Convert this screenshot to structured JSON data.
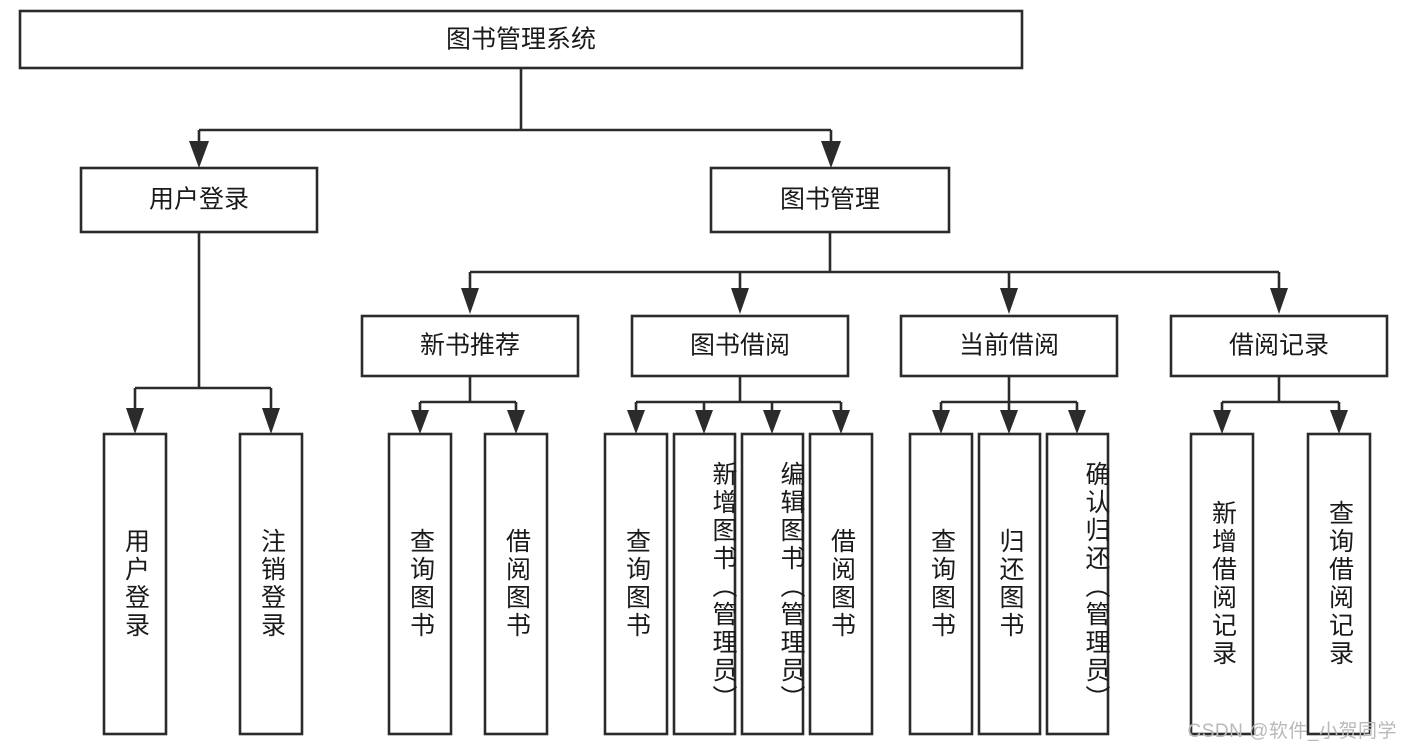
{
  "diagram": {
    "type": "tree-hierarchy-flowchart",
    "title": "图书管理系统",
    "root": {
      "id": "root",
      "label": "图书管理系统"
    },
    "level2": [
      {
        "id": "user-login",
        "label": "用户登录"
      },
      {
        "id": "book-manage",
        "label": "图书管理"
      }
    ],
    "level3": [
      {
        "id": "new-book-recommend",
        "label": "新书推荐"
      },
      {
        "id": "book-borrow",
        "label": "图书借阅"
      },
      {
        "id": "current-borrow",
        "label": "当前借阅"
      },
      {
        "id": "borrow-record",
        "label": "借阅记录"
      }
    ],
    "leaves": [
      {
        "id": "leaf-user-login",
        "label": "用户登录",
        "parent": "user-login"
      },
      {
        "id": "leaf-logout",
        "label": "注销登录",
        "parent": "user-login"
      },
      {
        "id": "leaf-query-book-1",
        "label": "查询图书",
        "parent": "new-book-recommend"
      },
      {
        "id": "leaf-borrow-book-1",
        "label": "借阅图书",
        "parent": "new-book-recommend"
      },
      {
        "id": "leaf-query-book-2",
        "label": "查询图书",
        "parent": "book-borrow"
      },
      {
        "id": "leaf-add-book",
        "label": "新增图书（管理员）",
        "parent": "book-borrow"
      },
      {
        "id": "leaf-edit-book",
        "label": "编辑图书（管理员）",
        "parent": "book-borrow"
      },
      {
        "id": "leaf-borrow-book-2",
        "label": "借阅图书",
        "parent": "book-borrow"
      },
      {
        "id": "leaf-query-book-3",
        "label": "查询图书",
        "parent": "current-borrow"
      },
      {
        "id": "leaf-return-book",
        "label": "归还图书",
        "parent": "current-borrow"
      },
      {
        "id": "leaf-confirm-return",
        "label": "确认归还（管理员）",
        "parent": "current-borrow"
      },
      {
        "id": "leaf-add-record",
        "label": "新增借阅记录",
        "parent": "borrow-record"
      },
      {
        "id": "leaf-query-record",
        "label": "查询借阅记录",
        "parent": "borrow-record"
      }
    ],
    "colors": {
      "stroke": "#2b2b2b",
      "fill": "#ffffff",
      "text": "#1a1a1a",
      "watermark": "#b9b9b9"
    }
  },
  "watermark": {
    "text": "CSDN @软件_小贺同学"
  }
}
